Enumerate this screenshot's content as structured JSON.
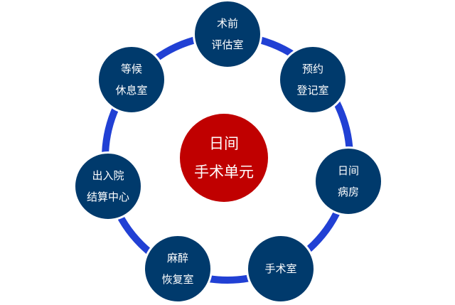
{
  "colors": {
    "ring": "#2140d4",
    "node": "#003a6c",
    "center": "#c00000"
  },
  "center": {
    "line1": "日间",
    "line2": "手术单元"
  },
  "nodes": [
    {
      "line1": "术前",
      "line2": "评估室"
    },
    {
      "line1": "预约",
      "line2": "登记室"
    },
    {
      "line1": "日间",
      "line2": "病房"
    },
    {
      "line1": "手术室",
      "line2": ""
    },
    {
      "line1": "麻醉",
      "line2": "恢复室"
    },
    {
      "line1": "出入院",
      "line2": "结算中心"
    },
    {
      "line1": "等候",
      "line2": "休息室"
    }
  ]
}
